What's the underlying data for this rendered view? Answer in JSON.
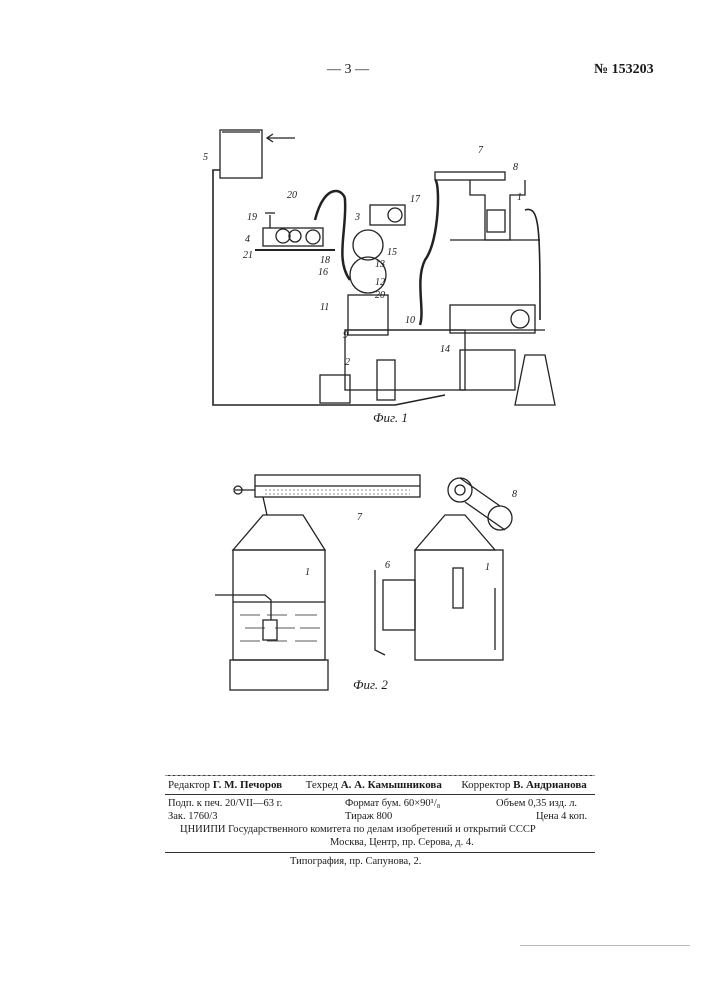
{
  "header": {
    "page": "— 3 —",
    "patent": "№ 153203"
  },
  "figure1": {
    "caption": "Фиг. 1",
    "labels": [
      "5",
      "20",
      "19",
      "4",
      "21",
      "3",
      "17",
      "18",
      "16",
      "15",
      "13",
      "12",
      "20",
      "11",
      "9",
      "10",
      "14",
      "2",
      "7",
      "8",
      "1"
    ]
  },
  "figure2": {
    "caption": "Фиг. 2",
    "labels": [
      "7",
      "8",
      "6",
      "1",
      "1"
    ]
  },
  "credits": {
    "editor_role": "Редактор",
    "editor_name": "Г. М. Печоров",
    "tech_role": "Техред",
    "tech_name": "А. А. Камышникова",
    "corrector_role": "Корректор",
    "corrector_name": "В. Андрианова",
    "signed": "Подп. к печ. 20/VII—63 г.",
    "format": "Формат бум. 60×90¹/₈",
    "volume": "Объем 0,35 изд. л.",
    "order": "Зак. 1760/3",
    "run": "Тираж 800",
    "price": "Цена 4 коп.",
    "institute": "ЦНИИПИ Государственного комитета по делам изобретений и открытий СССР",
    "address": "Москва, Центр, пр. Серова, д. 4.",
    "printer": "Типография, пр. Сапунова, 2."
  }
}
